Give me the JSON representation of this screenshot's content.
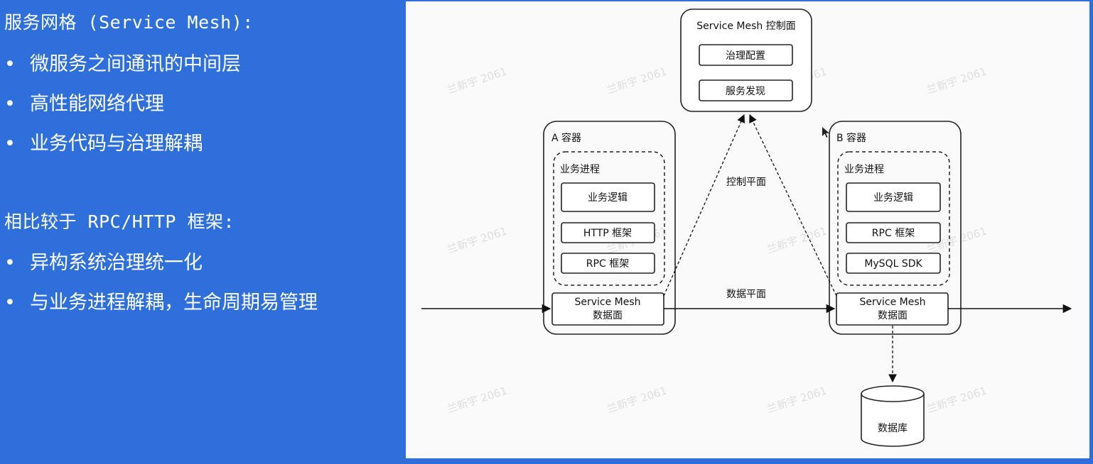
{
  "left": {
    "heading1": "服务网格 (Service Mesh):",
    "bullets1": [
      "微服务之间通讯的中间层",
      "高性能网络代理",
      "业务代码与治理解耦"
    ],
    "heading2": "相比较于 RPC/HTTP 框架:",
    "bullets2": [
      "异构系统治理统一化",
      "与业务进程解耦，生命周期易管理"
    ],
    "bullet_symbol": "•"
  },
  "diagram": {
    "control_plane": {
      "title": "Service Mesh 控制面",
      "items": [
        "治理配置",
        "服务发现"
      ]
    },
    "container_a": {
      "title": "A 容器",
      "process_label": "业务进程",
      "components": [
        "业务逻辑",
        "HTTP 框架",
        "RPC 框架"
      ],
      "mesh_line1": "Service Mesh",
      "mesh_line2": "数据面"
    },
    "container_b": {
      "title": "B 容器",
      "process_label": "业务进程",
      "components": [
        "业务逻辑",
        "RPC 框架",
        "MySQL SDK"
      ],
      "mesh_line1": "Service Mesh",
      "mesh_line2": "数据面"
    },
    "control_plane_label": "控制平面",
    "data_plane_label": "数据平面",
    "database_label": "数据库",
    "watermark": "兰新宇 2061"
  }
}
